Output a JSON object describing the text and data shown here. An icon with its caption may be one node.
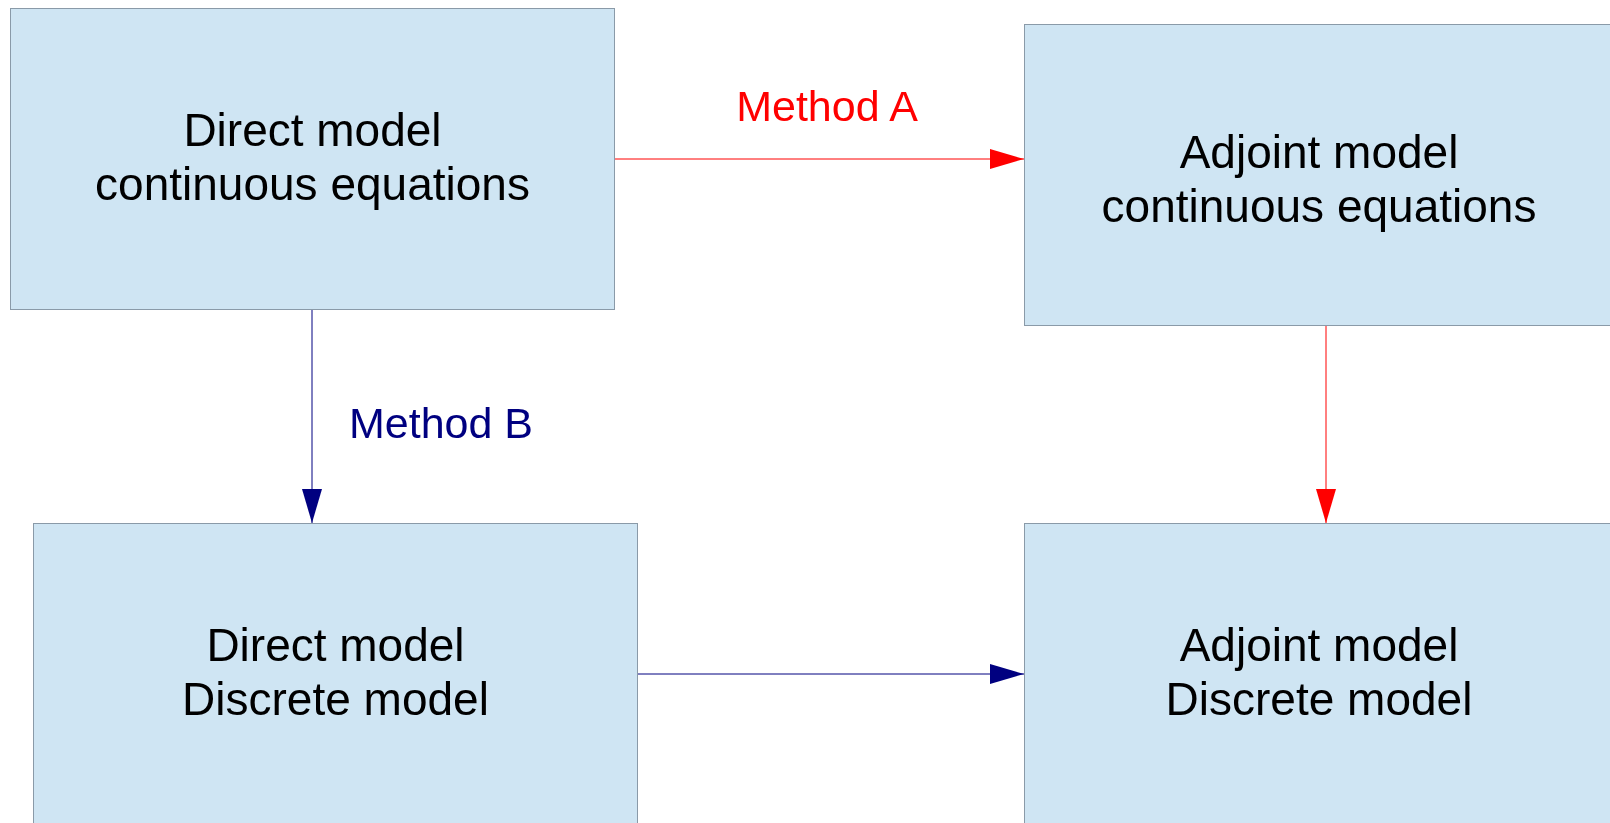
{
  "diagram": {
    "nodes": [
      {
        "text": [
          "Direct model",
          "continuous equations"
        ]
      },
      {
        "text": [
          "Adjoint model",
          "continuous equations"
        ]
      },
      {
        "text": [
          "Direct model",
          "Discrete model"
        ]
      },
      {
        "text": [
          "Adjoint model",
          "Discrete model"
        ]
      }
    ],
    "edges": [
      {
        "from": 0,
        "to": 1,
        "arrow": "to",
        "label": "Method A",
        "color": "#ff0000"
      },
      {
        "from": 0,
        "to": 2,
        "arrow": "to",
        "label": "Method B",
        "color": "#000080"
      },
      {
        "from": 1,
        "to": 3,
        "arrow": "to",
        "color": "#ff0000"
      },
      {
        "from": 2,
        "to": 3,
        "arrow": "to",
        "color": "#000080"
      }
    ]
  }
}
